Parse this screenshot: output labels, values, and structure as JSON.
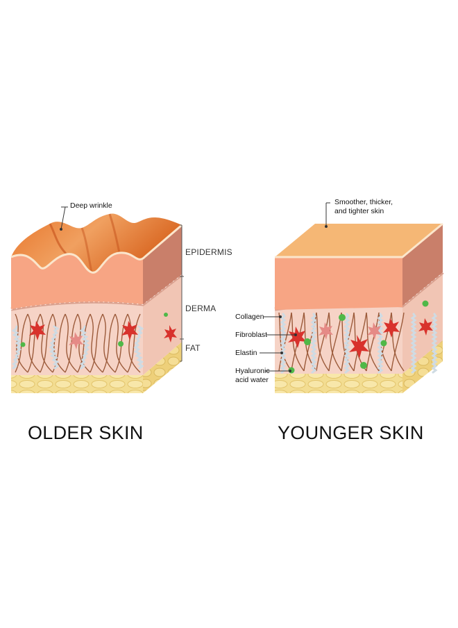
{
  "left": {
    "callout": "Deep wrinkle",
    "layers": {
      "epidermis": "EPIDERMIS",
      "derma": "DERMA",
      "fat": "FAT"
    },
    "title": "OLDER SKIN"
  },
  "right": {
    "callout": "Smoother, thicker,\nand tighter skin",
    "components": {
      "collagen": "Collagen",
      "fibroblast": "Fibroblast",
      "elastin": "Elastin",
      "hyaluronic": "Hyaluronic\nacid water"
    },
    "title": "YOUNGER SKIN"
  },
  "colors": {
    "epidermis_top": "#f5b775",
    "epidermis_front": "#f7a584",
    "epidermis_side": "#c97f6a",
    "derma_fill": "#f6d3c6",
    "fat": "#f3dd92",
    "collagen": "#9b5a3a",
    "fibroblast": "#d8322c",
    "hyaluronic": "#4fb848",
    "elastin": "#dfe9ef",
    "wrinkle_dark": "#d4601c"
  }
}
